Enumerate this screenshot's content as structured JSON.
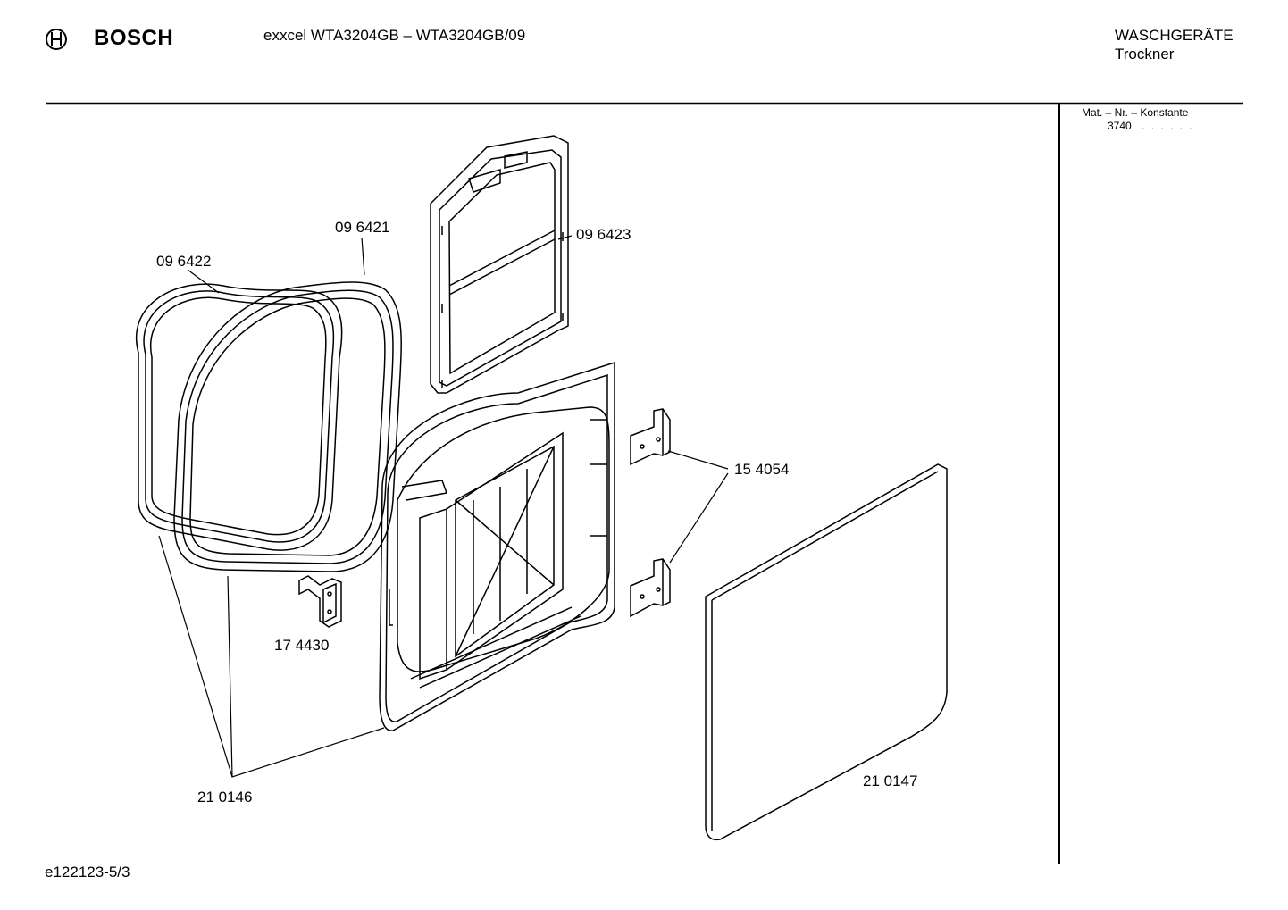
{
  "header": {
    "brand": "BOSCH",
    "logo_icon": "bosch-armature-logo-icon",
    "model": "exxcel WTA3204GB – WTA3204GB/09",
    "category_line1": "WASCHGERÄTE",
    "category_line2": "Trockner"
  },
  "sidebar": {
    "mat_label": "Mat. – Nr. – Konstante",
    "mat_value": "3740",
    "mat_dots": ". . . . . ."
  },
  "parts": {
    "p096421": "09 6421",
    "p096422": "09 6422",
    "p096423": "09 6423",
    "p154054": "15 4054",
    "p174430": "17 4430",
    "p210146": "21 0146",
    "p210147": "21 0147"
  },
  "footer": {
    "doc_id": "e122123-5/3"
  }
}
